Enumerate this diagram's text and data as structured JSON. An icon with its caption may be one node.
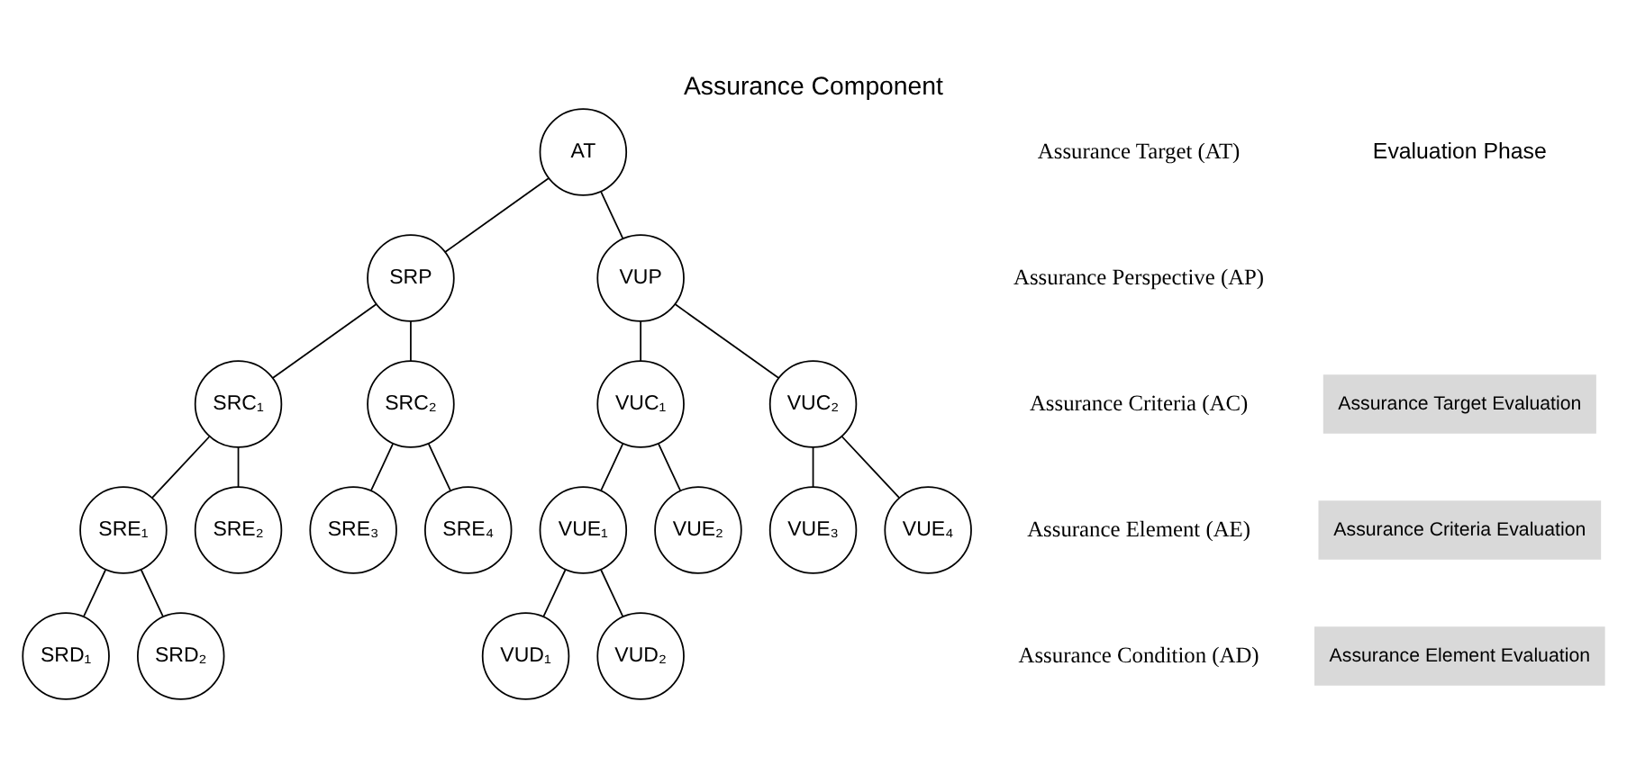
{
  "diagram": {
    "title": "Assurance Component",
    "nodes": [
      {
        "text": [
          "AT"
        ]
      },
      {
        "text": [
          "SRP"
        ]
      },
      {
        "text": [
          "VUP"
        ]
      },
      {
        "text": [
          "SRC₁"
        ]
      },
      {
        "text": [
          "SRC₂"
        ]
      },
      {
        "text": [
          "VUC₁"
        ]
      },
      {
        "text": [
          "VUC₂"
        ]
      },
      {
        "text": [
          "SRE₁"
        ]
      },
      {
        "text": [
          "SRE₂"
        ]
      },
      {
        "text": [
          "SRE₃"
        ]
      },
      {
        "text": [
          "SRE₄"
        ]
      },
      {
        "text": [
          "VUE₁"
        ]
      },
      {
        "text": [
          "VUE₂"
        ]
      },
      {
        "text": [
          "VUE₃"
        ]
      },
      {
        "text": [
          "VUE₄"
        ]
      },
      {
        "text": [
          "SRD₁"
        ]
      },
      {
        "text": [
          "SRD₂"
        ]
      },
      {
        "text": [
          "VUD₁"
        ]
      },
      {
        "text": [
          "VUD₂"
        ]
      }
    ],
    "edges": [
      {
        "from": 0,
        "to": 1,
        "arrow": "none"
      },
      {
        "from": 0,
        "to": 2,
        "arrow": "none"
      },
      {
        "from": 1,
        "to": 3,
        "arrow": "none"
      },
      {
        "from": 1,
        "to": 4,
        "arrow": "none"
      },
      {
        "from": 2,
        "to": 5,
        "arrow": "none"
      },
      {
        "from": 2,
        "to": 6,
        "arrow": "none"
      },
      {
        "from": 3,
        "to": 7,
        "arrow": "none"
      },
      {
        "from": 3,
        "to": 8,
        "arrow": "none"
      },
      {
        "from": 4,
        "to": 9,
        "arrow": "none"
      },
      {
        "from": 4,
        "to": 10,
        "arrow": "none"
      },
      {
        "from": 5,
        "to": 11,
        "arrow": "none"
      },
      {
        "from": 5,
        "to": 12,
        "arrow": "none"
      },
      {
        "from": 6,
        "to": 13,
        "arrow": "none"
      },
      {
        "from": 6,
        "to": 14,
        "arrow": "none"
      },
      {
        "from": 7,
        "to": 15,
        "arrow": "none"
      },
      {
        "from": 7,
        "to": 16,
        "arrow": "none"
      },
      {
        "from": 11,
        "to": 17,
        "arrow": "none"
      },
      {
        "from": 11,
        "to": 18,
        "arrow": "none"
      }
    ],
    "labels": [
      "Assurance Target (AT)",
      "Assurance Perspective (AP)",
      "Assurance Criteria (AC)",
      "Assurance Element (AE)",
      "Assurance Condition (AD)",
      "Evaluation Phase",
      "Assurance Target Evaluation",
      "Assurance Criteria Evaluation",
      "Assurance Element Evaluation"
    ]
  }
}
